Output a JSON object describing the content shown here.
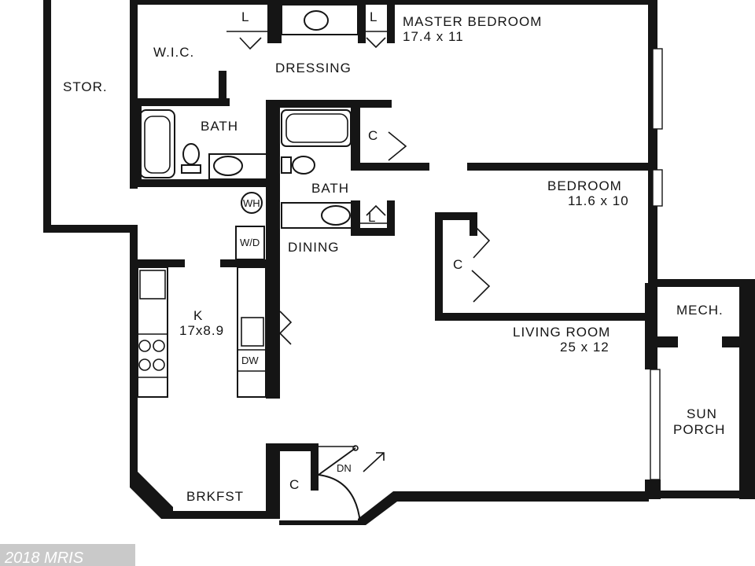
{
  "rooms": {
    "master_bedroom": {
      "name": "MASTER  BEDROOM",
      "size": "17.4 x 11"
    },
    "wic": {
      "name": "W.I.C."
    },
    "dressing": {
      "name": "DRESSING"
    },
    "storage": {
      "name": "STOR."
    },
    "bath_left": {
      "name": "BATH"
    },
    "bath_center": {
      "name": "BATH"
    },
    "closet_top": {
      "name": "C"
    },
    "bedroom": {
      "name": "BEDROOM",
      "size": "11.6 x 10"
    },
    "closet_bedroom": {
      "name": "C"
    },
    "dining": {
      "name": "DINING"
    },
    "kitchen": {
      "name": "K",
      "size": "17x8.9"
    },
    "living_room": {
      "name": "LIVING  ROOM",
      "size": "25 x 12"
    },
    "mech": {
      "name": "MECH."
    },
    "sun_porch": {
      "name": "SUN",
      "name2": "PORCH"
    },
    "breakfast": {
      "name": "BRKFST"
    },
    "closet_entry": {
      "name": "C"
    }
  },
  "fixtures": {
    "linen_left": "L",
    "linen_right": "L",
    "linen_bath": "L",
    "water_heater": "WH",
    "washer_dryer": "W/D",
    "dishwasher": "DW",
    "stair_down": "DN"
  },
  "watermark": "2018 MRIS"
}
